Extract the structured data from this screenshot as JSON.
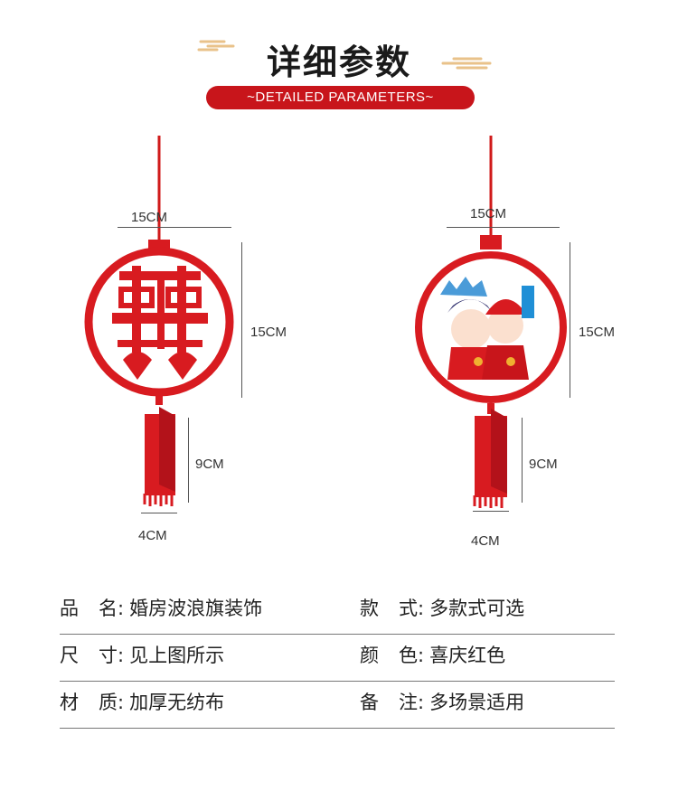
{
  "header": {
    "title": "详细参数",
    "subtitle": "~DETAILED PARAMETERS~"
  },
  "products": {
    "left": {
      "width_label": "15CM",
      "height_label": "15CM",
      "tassel_height_label": "9CM",
      "tassel_width_label": "4CM"
    },
    "right": {
      "width_label": "15CM",
      "height_label": "15CM",
      "tassel_height_label": "9CM",
      "tassel_width_label": "4CM"
    }
  },
  "specs": {
    "row1": {
      "left_key": "品名",
      "left_value": "婚房波浪旗装饰",
      "right_key": "款式",
      "right_value": "多款式可选"
    },
    "row2": {
      "left_key": "尺寸",
      "left_value": "见上图所示",
      "right_key": "颜色",
      "right_value": "喜庆红色"
    },
    "row3": {
      "left_key": "材质",
      "left_value": "加厚无纺布",
      "right_key": "备注",
      "right_value": "多场景适用"
    },
    "separator": ":"
  },
  "colors": {
    "brand_red": "#c8151b",
    "gold": "#e9c28a"
  }
}
